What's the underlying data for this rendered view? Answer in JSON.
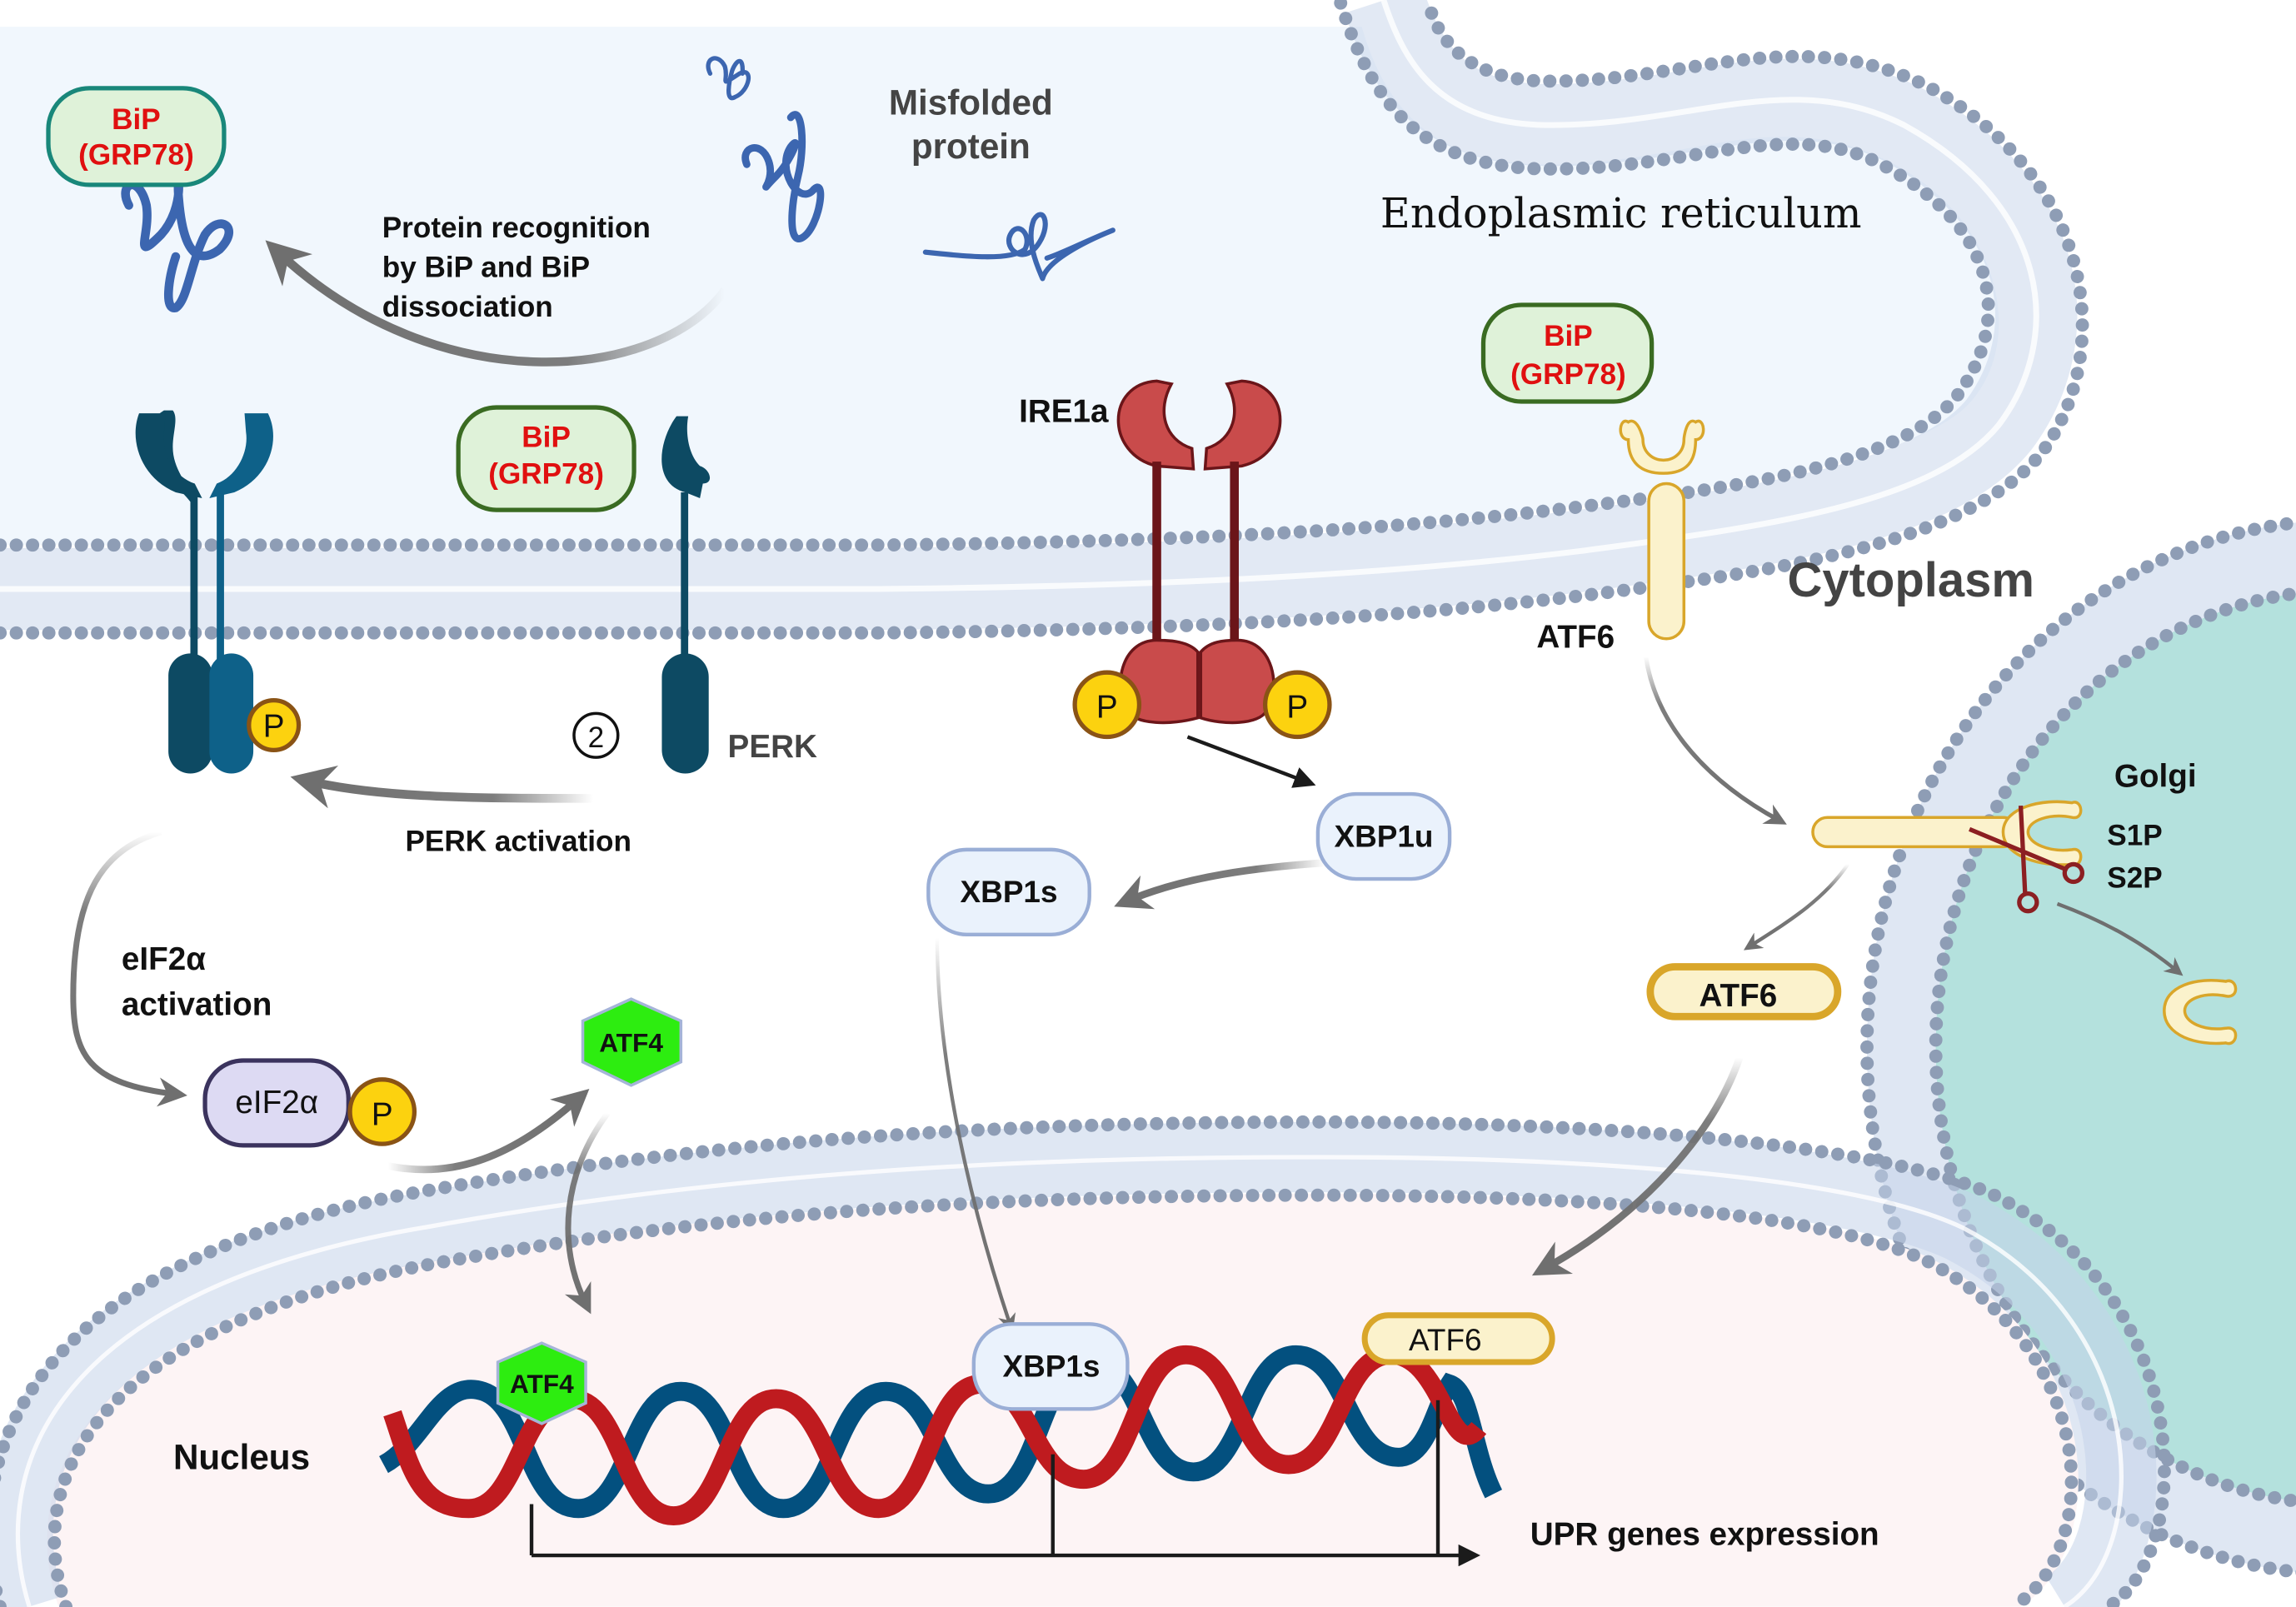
{
  "figure": {
    "title": "Unfolded protein response (UPR) signaling pathways",
    "compartments": {
      "er": "Endoplasmic reticulum",
      "cytoplasm": "Cytoplasm",
      "golgi": "Golgi",
      "nucleus": "Nucleus"
    },
    "misfolded_protein": {
      "label_line1": "Misfolded",
      "label_line2": "protein"
    },
    "bip_labels": {
      "line1": "BiP",
      "line2": "(GRP78)"
    },
    "recognition_label": {
      "line1": "Protein recognition",
      "line2": "by BiP and BiP",
      "line3": "dissociation"
    },
    "perk": {
      "label": "PERK",
      "step_number": "2",
      "activation_label": "PERK activation",
      "phospho": "P"
    },
    "eif2a": {
      "activation_line1": "eIF2α",
      "activation_line2": "activation",
      "node_label": "eIF2α",
      "phospho": "P"
    },
    "atf4": {
      "cyto_label": "ATF4",
      "nuclear_label": "ATF4"
    },
    "ire1": {
      "label": "IRE1a",
      "phospho_left": "P",
      "phospho_right": "P",
      "xbp1u": "XBP1u",
      "xbp1s_cyto": "XBP1s",
      "xbp1s_nuclear": "XBP1s"
    },
    "atf6": {
      "membrane_label": "ATF6",
      "cleaved_label": "ATF6",
      "nuclear_label": "ATF6",
      "proteases_line1": "S1P",
      "proteases_line2": "S2P"
    },
    "output_label": "UPR genes expression",
    "colors": {
      "er_lumen": "#f1f7fd",
      "membrane_head": "#8e9db5",
      "membrane_tail": "#c5d3ea",
      "golgi_fill": "#b4e1dd",
      "nucleus_fill": "#fdf4f5",
      "perk_dark": "#0d4a63",
      "perk_light": "#0e6189",
      "ire1_fill": "#c94b4b",
      "ire1_stroke": "#6b1519",
      "phospho_fill": "#fcd20f",
      "phospho_stroke": "#8a5315",
      "atf6_fill": "#fbf2cc",
      "atf6_stroke": "#d9a62a",
      "atf4_fill": "#2ded10",
      "bip_fill": "#dff2d9",
      "bip_stroke_teal": "#19877a",
      "bip_stroke_green": "#3a6b22",
      "bip_text": "#e01010",
      "xbp1_fill": "#eaf2fc",
      "xbp1_stroke": "#9aaed6",
      "eif2a_fill": "#dddaf3",
      "eif2a_stroke": "#3b335e",
      "dna_red": "#bf1b1f",
      "dna_blue": "#03507f",
      "protein_blue": "#3c66b0",
      "scissors": "#8c1f22",
      "arrow_grey": "#6f6f6f"
    }
  }
}
